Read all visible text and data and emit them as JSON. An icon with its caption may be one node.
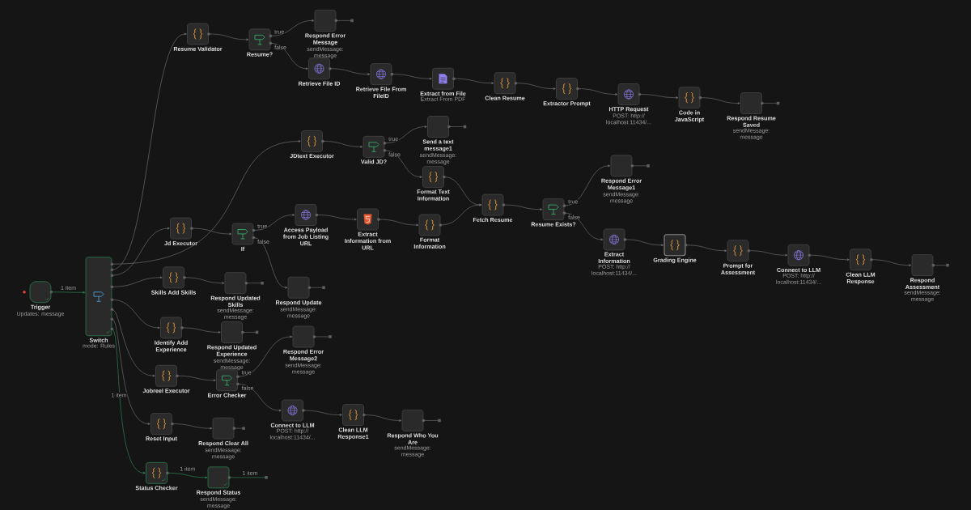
{
  "diagram": {
    "nodes": [
      {
        "text": [
          "Trigger",
          "Updates: message"
        ]
      },
      {
        "text": [
          "Switch",
          "mode: Rules"
        ]
      },
      {
        "text": [
          "Resume Validator"
        ]
      },
      {
        "text": [
          "Resume?"
        ]
      },
      {
        "text": [
          "Respond Error Message",
          "sendMessage: message"
        ]
      },
      {
        "text": [
          "Retrieve File ID"
        ]
      },
      {
        "text": [
          "Retrieve File From FileID"
        ]
      },
      {
        "text": [
          "Extract from File",
          "Extract From PDF"
        ]
      },
      {
        "text": [
          "Clean Resume"
        ]
      },
      {
        "text": [
          "Extractor Prompt"
        ]
      },
      {
        "text": [
          "HTTP Request",
          "POST: http://localhost:11434/..."
        ]
      },
      {
        "text": [
          "Code in JavaScript"
        ]
      },
      {
        "text": [
          "Respond Resume Saved",
          "sendMessage: message"
        ]
      },
      {
        "text": [
          "JDtext Executor"
        ]
      },
      {
        "text": [
          "Valid JD?"
        ]
      },
      {
        "text": [
          "Send a text message1",
          "sendMessage: message"
        ]
      },
      {
        "text": [
          "Format Text Information"
        ]
      },
      {
        "text": [
          "Jd Executor"
        ]
      },
      {
        "text": [
          "If"
        ]
      },
      {
        "text": [
          "Access Payload from Job Listing URL"
        ]
      },
      {
        "text": [
          "Extract Information from URL"
        ]
      },
      {
        "text": [
          "Format Information"
        ]
      },
      {
        "text": [
          "Fetch Resume"
        ]
      },
      {
        "text": [
          "Resume Exists?"
        ]
      },
      {
        "text": [
          "Respond Error Message1",
          "sendMessage: message"
        ]
      },
      {
        "text": [
          "Extract Information",
          "POST: http://localhost:11434/..."
        ]
      },
      {
        "text": [
          "Grading Engine"
        ]
      },
      {
        "text": [
          "Prompt for Assessment"
        ]
      },
      {
        "text": [
          "Connect to LLM",
          "POST: http://localhost:11434/..."
        ]
      },
      {
        "text": [
          "Clean LLM Response"
        ]
      },
      {
        "text": [
          "Respond Assessment",
          "sendMessage: message"
        ]
      },
      {
        "text": [
          "Skills Add Skills"
        ]
      },
      {
        "text": [
          "Respond Updated Skills",
          "sendMessage: message"
        ]
      },
      {
        "text": [
          "Respond Update",
          "sendMessage: message"
        ]
      },
      {
        "text": [
          "Identify Add Experience"
        ]
      },
      {
        "text": [
          "Respond Updated Experience",
          "sendMessage: message"
        ]
      },
      {
        "text": [
          "Respond Error Message2",
          "sendMessage: message"
        ]
      },
      {
        "text": [
          "Jobreel Executor"
        ]
      },
      {
        "text": [
          "Error Checker"
        ]
      },
      {
        "text": [
          "Connect to LLM",
          "POST: http://localhost:11434/..."
        ]
      },
      {
        "text": [
          "Clean LLM Response1"
        ]
      },
      {
        "text": [
          "Respond Who You Are",
          "sendMessage: message"
        ]
      },
      {
        "text": [
          "Reset Input"
        ]
      },
      {
        "text": [
          "Respond Clear All",
          "sendMessage: message"
        ]
      },
      {
        "text": [
          "Status Checker"
        ]
      },
      {
        "text": [
          "Respond Status",
          "sendMessage: message"
        ]
      }
    ],
    "edges": [
      {
        "from": 0,
        "to": 1,
        "arrow": "to",
        "label": "1 item",
        "color": "#2e8b57"
      },
      {
        "from": 1,
        "to": 2,
        "arrow": "to"
      },
      {
        "from": 1,
        "to": 17,
        "arrow": "to"
      },
      {
        "from": 1,
        "to": 13,
        "arrow": "to"
      },
      {
        "from": 1,
        "to": 31,
        "arrow": "to"
      },
      {
        "from": 1,
        "to": 34,
        "arrow": "to"
      },
      {
        "from": 1,
        "to": 37,
        "arrow": "to"
      },
      {
        "from": 1,
        "to": 42,
        "arrow": "to"
      },
      {
        "from": 1,
        "to": 44,
        "arrow": "to",
        "label": "1 item",
        "color": "#2e8b57"
      },
      {
        "from": 2,
        "to": 3,
        "arrow": "to"
      },
      {
        "from": 3,
        "to": 4,
        "arrow": "to",
        "label": "true"
      },
      {
        "from": 3,
        "to": 5,
        "arrow": "to",
        "label": "false"
      },
      {
        "from": 5,
        "to": 6,
        "arrow": "to"
      },
      {
        "from": 6,
        "to": 7,
        "arrow": "to"
      },
      {
        "from": 7,
        "to": 8,
        "arrow": "to"
      },
      {
        "from": 8,
        "to": 9,
        "arrow": "to"
      },
      {
        "from": 9,
        "to": 10,
        "arrow": "to"
      },
      {
        "from": 10,
        "to": 11,
        "arrow": "to"
      },
      {
        "from": 11,
        "to": 12,
        "arrow": "to"
      },
      {
        "from": 13,
        "to": 14,
        "arrow": "to"
      },
      {
        "from": 14,
        "to": 15,
        "arrow": "to",
        "label": "true"
      },
      {
        "from": 14,
        "to": 16,
        "arrow": "to",
        "label": "false"
      },
      {
        "from": 16,
        "to": 22,
        "arrow": "to"
      },
      {
        "from": 17,
        "to": 18,
        "arrow": "to"
      },
      {
        "from": 18,
        "to": 19,
        "arrow": "to",
        "label": "true"
      },
      {
        "from": 18,
        "to": 33,
        "arrow": "to",
        "label": "false"
      },
      {
        "from": 19,
        "to": 20,
        "arrow": "to"
      },
      {
        "from": 20,
        "to": 21,
        "arrow": "to"
      },
      {
        "from": 21,
        "to": 22,
        "arrow": "to"
      },
      {
        "from": 22,
        "to": 23,
        "arrow": "to"
      },
      {
        "from": 23,
        "to": 24,
        "arrow": "to",
        "label": "true"
      },
      {
        "from": 23,
        "to": 25,
        "arrow": "to",
        "label": "false"
      },
      {
        "from": 25,
        "to": 26,
        "arrow": "to"
      },
      {
        "from": 26,
        "to": 27,
        "arrow": "to"
      },
      {
        "from": 27,
        "to": 28,
        "arrow": "to"
      },
      {
        "from": 28,
        "to": 29,
        "arrow": "to"
      },
      {
        "from": 29,
        "to": 30,
        "arrow": "to"
      },
      {
        "from": 31,
        "to": 32,
        "arrow": "to"
      },
      {
        "from": 34,
        "to": 35,
        "arrow": "to"
      },
      {
        "from": 37,
        "to": 38,
        "arrow": "to"
      },
      {
        "from": 38,
        "to": 36,
        "arrow": "to",
        "label": "true"
      },
      {
        "from": 38,
        "to": 39,
        "arrow": "to",
        "label": "false"
      },
      {
        "from": 39,
        "to": 40,
        "arrow": "to"
      },
      {
        "from": 40,
        "to": 41,
        "arrow": "to"
      },
      {
        "from": 42,
        "to": 43,
        "arrow": "to"
      },
      {
        "from": 44,
        "to": 45,
        "arrow": "to",
        "label": "1 item",
        "color": "#2e8b57"
      }
    ],
    "labels": [
      "1 item"
    ]
  }
}
